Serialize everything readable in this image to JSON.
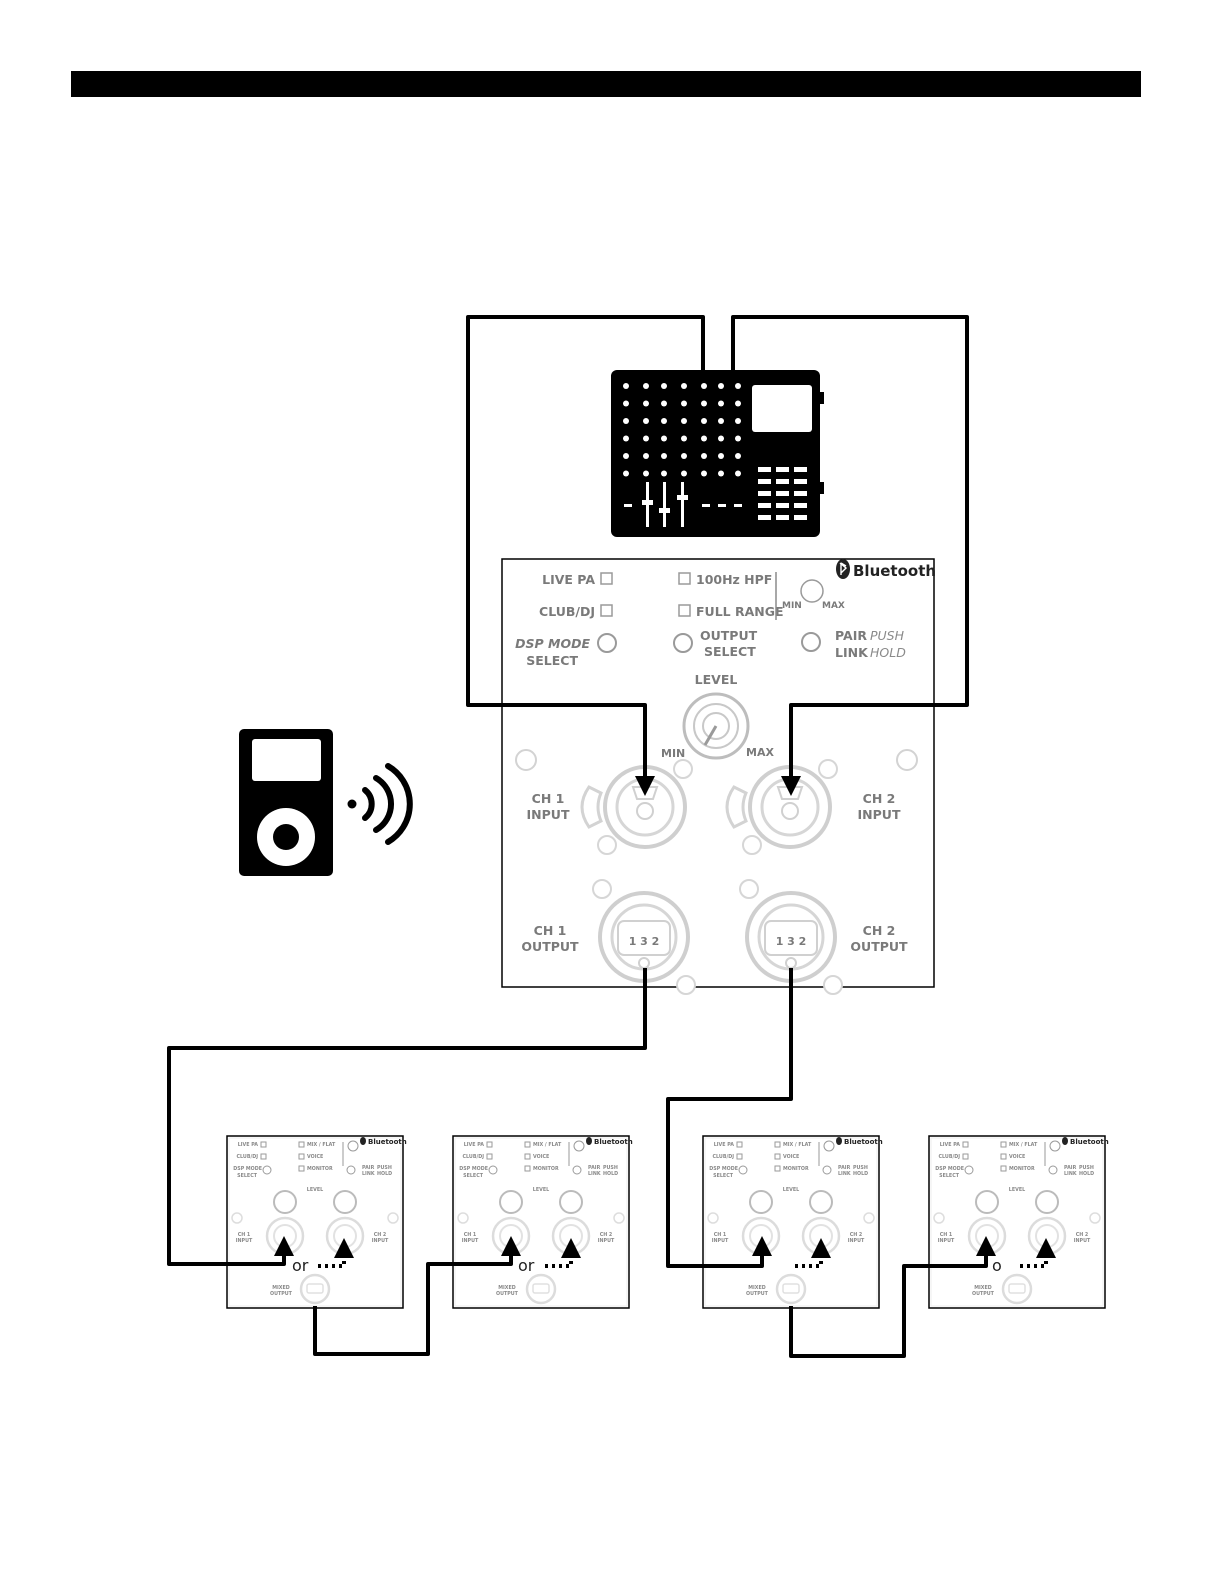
{
  "main_panel": {
    "brand": "Bluetooth",
    "live_pa": "LIVE PA",
    "club_dj": "CLUB/DJ",
    "dsp_mode": "DSP MODE",
    "dsp_select": "SELECT",
    "hpf": "100Hz HPF",
    "full_range": "FULL RANGE",
    "output": "OUTPUT",
    "output_select": "SELECT",
    "bt_min": "MIN",
    "bt_max": "MAX",
    "pair": "PAIR",
    "push": "PUSH",
    "link": "LINK",
    "hold": "HOLD",
    "level": "LEVEL",
    "level_min": "MIN",
    "level_max": "MAX",
    "ch1_input_a": "CH 1",
    "ch1_input_b": "INPUT",
    "ch2_input_a": "CH 2",
    "ch2_input_b": "INPUT",
    "ch1_output_a": "CH 1",
    "ch1_output_b": "OUTPUT",
    "ch2_output_a": "CH 2",
    "ch2_output_b": "OUTPUT",
    "xlr_pins": "1 3 2"
  },
  "mini_panel": {
    "brand": "Bluetooth",
    "live_pa": "LIVE PA",
    "club_dj": "CLUB/DJ",
    "dsp": "DSP MODE",
    "dsp2": "SELECT",
    "mix_flat": "MIX / FLAT",
    "voice": "VOICE",
    "monitor": "MONITOR",
    "pair": "PAIR",
    "push": "PUSH",
    "link": "LINK",
    "hold": "HOLD",
    "level": "LEVEL",
    "ch1": "CH 1",
    "ch2": "CH 2",
    "input": "INPUT",
    "mixed": "MIXED",
    "output": "OUTPUT"
  },
  "connectors": {
    "or_1": "or",
    "or_2": "or",
    "o_4": "o"
  }
}
